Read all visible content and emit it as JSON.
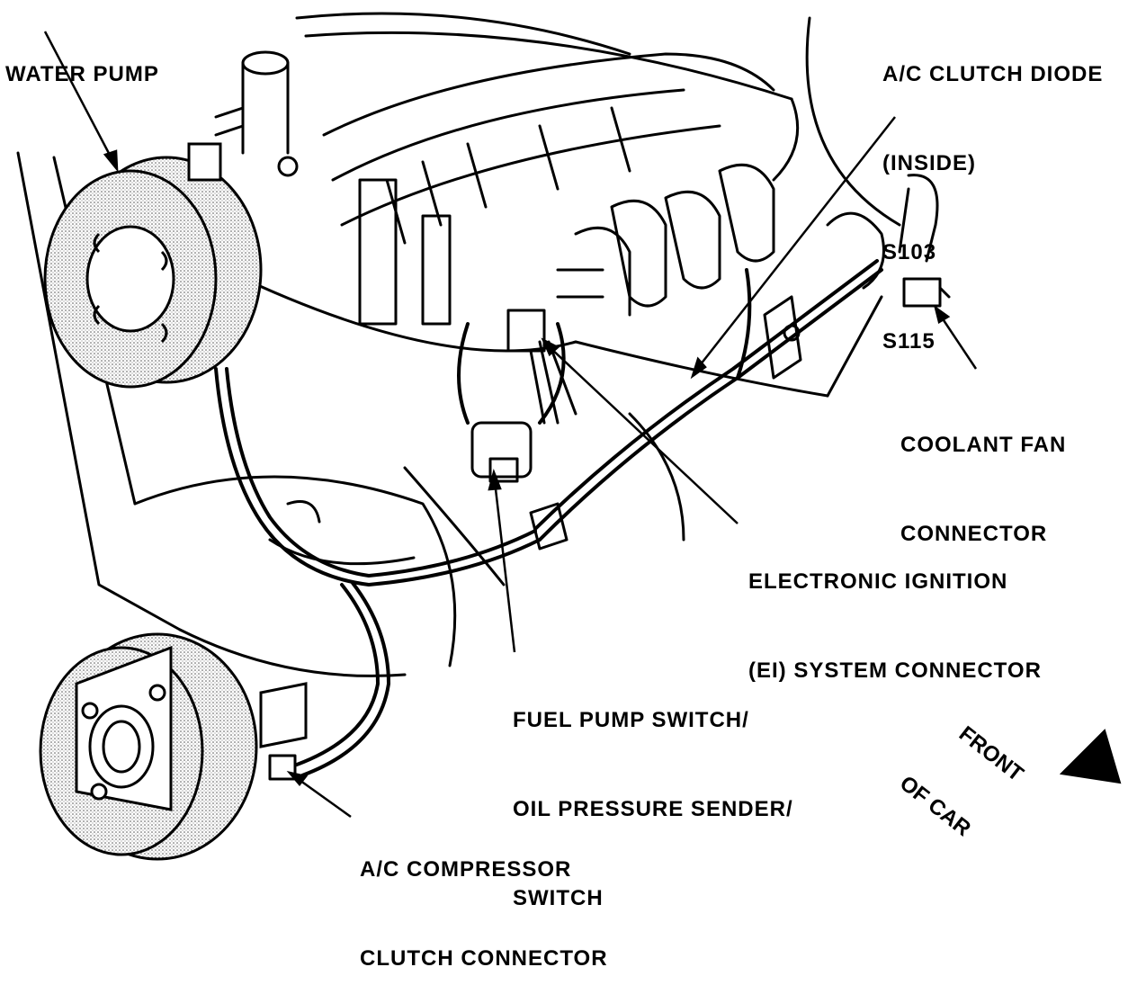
{
  "labels": {
    "water_pump": "WATER PUMP",
    "ac_clutch_diode": [
      "A/C CLUTCH DIODE",
      "(INSIDE)",
      "S103",
      "S115"
    ],
    "coolant_fan_connector": [
      "COOLANT FAN",
      "CONNECTOR"
    ],
    "electronic_ignition": [
      "ELECTRONIC IGNITION",
      "(EI) SYSTEM CONNECTOR"
    ],
    "fuel_pump_switch": [
      "FUEL PUMP SWITCH/",
      "OIL PRESSURE SENDER/",
      "SWITCH"
    ],
    "ac_compressor": [
      "A/C COMPRESSOR",
      "CLUTCH CONNECTOR"
    ],
    "front_of_car": [
      "FRONT",
      "OF CAR"
    ]
  },
  "colors": {
    "ink": "#000000",
    "paper": "#ffffff",
    "shade": "#cccccc"
  }
}
